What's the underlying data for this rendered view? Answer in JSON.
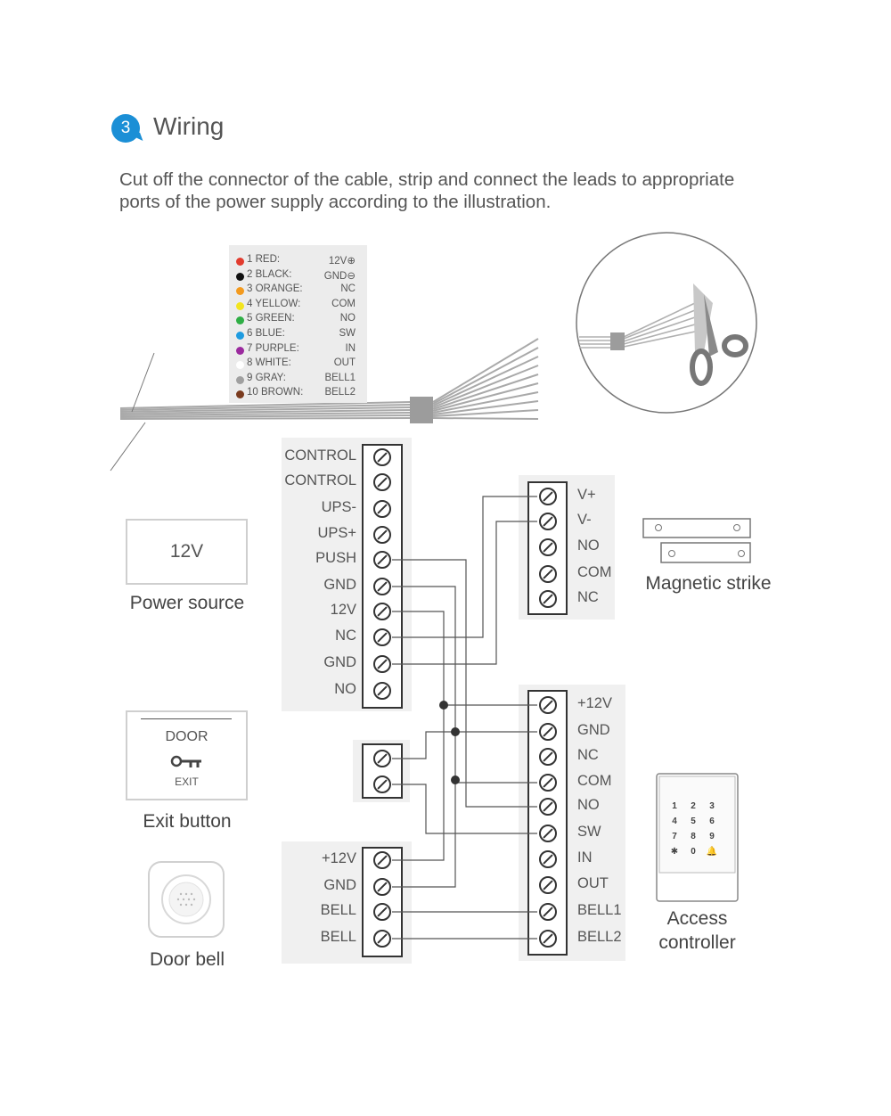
{
  "header": {
    "step_number": "3",
    "title": "Wiring",
    "intro_line1": "Cut off the connector of the cable, strip and connect the leads to appropriate",
    "intro_line2": "ports of the power supply according to the illustration."
  },
  "cable_legend": [
    {
      "name": "1 RED:",
      "signal": "12V⊕",
      "color": "#e23b2e"
    },
    {
      "name": "2 BLACK:",
      "signal": "GND⊖",
      "color": "#111111"
    },
    {
      "name": "3 ORANGE:",
      "signal": "NC",
      "color": "#f39a1e"
    },
    {
      "name": "4 YELLOW:",
      "signal": "COM",
      "color": "#f3e51e"
    },
    {
      "name": "5 GREEN:",
      "signal": "NO",
      "color": "#2fae45"
    },
    {
      "name": "6 BLUE:",
      "signal": "SW",
      "color": "#1e9be0"
    },
    {
      "name": "7 PURPLE:",
      "signal": "IN",
      "color": "#9b2a9e"
    },
    {
      "name": "8 WHITE:",
      "signal": "OUT",
      "color": "#ffffff"
    },
    {
      "name": "9 GRAY:",
      "signal": "BELL1",
      "color": "#a0a0a0"
    },
    {
      "name": "10 BROWN:",
      "signal": "BELL2",
      "color": "#7a3b1e"
    }
  ],
  "power_supply_terminals": [
    "CONTROL",
    "CONTROL",
    "UPS-",
    "UPS+",
    "PUSH",
    "GND",
    "12V",
    "NC",
    "GND",
    "NO"
  ],
  "lock_terminals": [
    "V+",
    "V-",
    "NO",
    "COM",
    "NC"
  ],
  "controller_terminals": [
    "+12V",
    "GND",
    "NC",
    "COM",
    "NO",
    "SW",
    "IN",
    "OUT",
    "BELL1",
    "BELL2"
  ],
  "bell_terminals": [
    "+12V",
    "GND",
    "BELL",
    "BELL"
  ],
  "devices": {
    "power_source": {
      "box_text": "12V",
      "caption": "Power source"
    },
    "magnetic_strike": {
      "caption": "Magnetic strike"
    },
    "exit_button": {
      "box_text": "DOOR",
      "sub_text": "EXIT",
      "caption": "Exit button"
    },
    "door_bell": {
      "caption": "Door bell"
    },
    "access_controller": {
      "caption_line1": "Access",
      "caption_line2": "controller",
      "keys": [
        "1",
        "2",
        "3",
        "4",
        "5",
        "6",
        "7",
        "8",
        "9",
        "✱",
        "0",
        "🔔"
      ]
    }
  },
  "colors": {
    "accent": "#1b8fd6",
    "wire": "#555555",
    "panel": "#f0f0f0"
  }
}
